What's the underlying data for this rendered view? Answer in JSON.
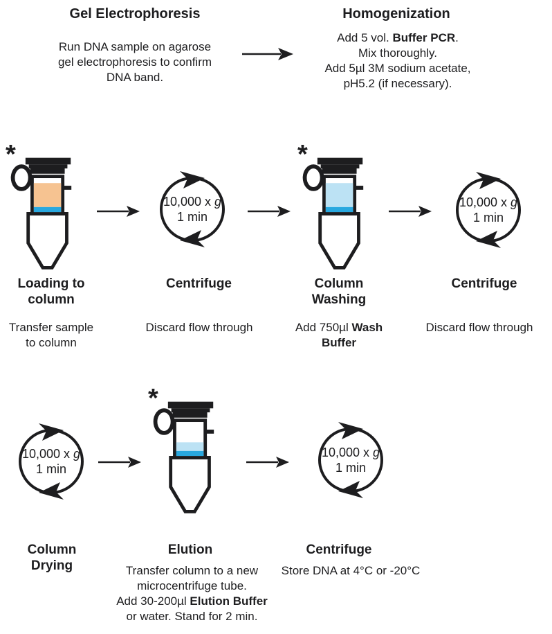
{
  "colors": {
    "ink": "#1d1d1f",
    "sample_orange": "#F6C391",
    "wash_blue": "#BCE2F4",
    "band_blue": "#29A8DF"
  },
  "top": {
    "gel": {
      "title": "Gel Electrophoresis",
      "line1": "Run DNA sample on agarose",
      "line2": "gel electrophoresis to confirm",
      "line3": "DNA band."
    },
    "homogenization": {
      "title": "Homogenization",
      "line1_pre": "Add 5 vol. ",
      "line1_bold": "Buffer PCR",
      "line1_post": ".",
      "line2": "Mix thoroughly.",
      "line3": "Add 5µl 3M sodium acetate,",
      "line4": "pH5.2 (if necessary)."
    }
  },
  "centrifuge": {
    "speed_prefix": "10,000 x ",
    "speed_unit_italic": "g",
    "time": "1 min"
  },
  "marker": {
    "asterisk": "*"
  },
  "row2": {
    "loading": {
      "title_line1": "Loading to",
      "title_line2": "column",
      "note_line1": "Transfer sample",
      "note_line2": "to column"
    },
    "centrifuge_a": {
      "title": "Centrifuge",
      "note": "Discard flow through"
    },
    "washing": {
      "title_line1": "Column",
      "title_line2": "Washing",
      "note_pre": "Add 750µl ",
      "note_bold_line1": "Wash",
      "note_bold_line2": "Buffer"
    },
    "centrifuge_b": {
      "title": "Centrifuge",
      "note": "Discard flow through"
    }
  },
  "row3": {
    "drying": {
      "title_line1": "Column",
      "title_line2": "Drying"
    },
    "elution": {
      "title": "Elution",
      "note_line1": "Transfer column to a new",
      "note_line2": "microcentrifuge tube.",
      "note_line3_pre": "Add 30-200µl ",
      "note_line3_bold": "Elution Buffer",
      "note_line4": "or water. Stand for 2 min."
    },
    "centrifuge_c": {
      "title": "Centrifuge",
      "note": "Store DNA at 4°C or -20°C"
    }
  }
}
